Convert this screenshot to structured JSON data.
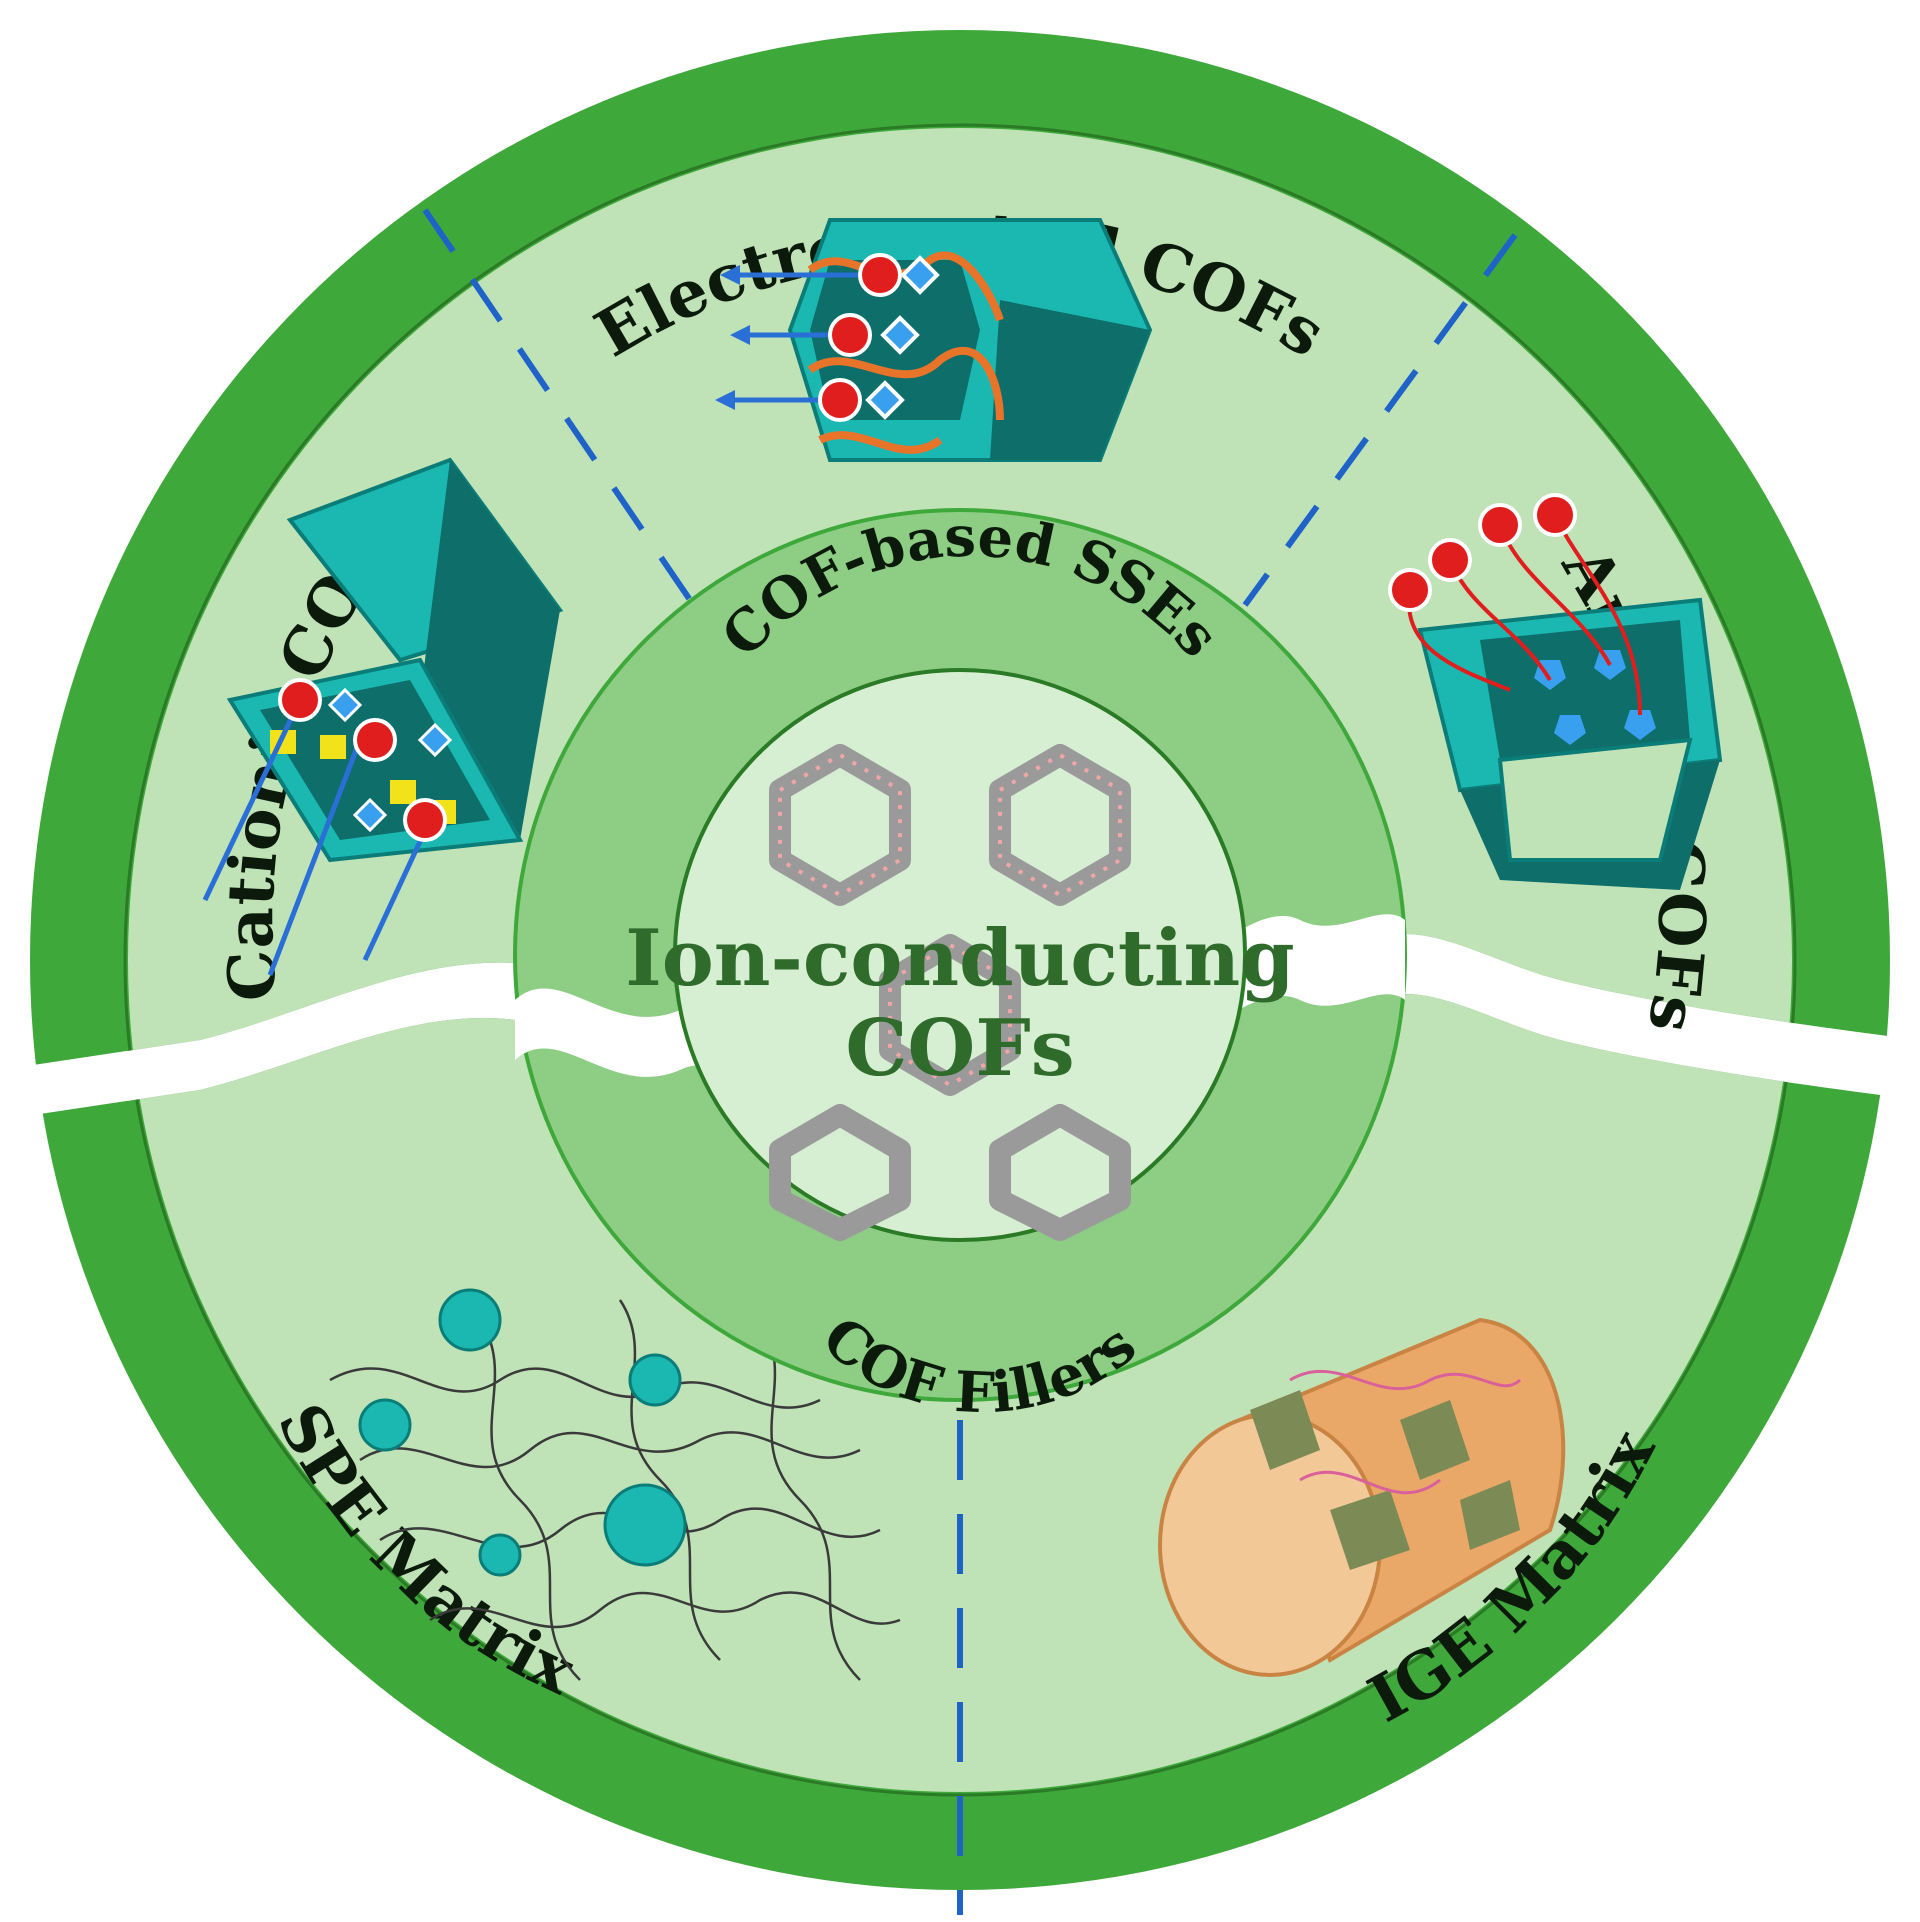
{
  "ring_labels": {
    "top": "Electroneutral COFs",
    "left": "Cationic COFs",
    "right": "Anionic COFs",
    "bottom_left": "SPE Matrix",
    "bottom_right": "IGE Matrix"
  },
  "inner_labels": {
    "top": "COF-based SSEs",
    "bottom": "COF Fillers"
  },
  "center": {
    "line1": "Ion-conducting",
    "line2": "COFs"
  },
  "colors": {
    "outer_ring": "#3fa83a",
    "panel": "#bfe2b7",
    "middle_ring": "#8dce84",
    "core": "#d6efd2",
    "divider": "#1f63c9",
    "cof_block": "#1bb8b2",
    "cof_dark": "#0d6e6a",
    "cation": "#e01e1e",
    "anion": "#39a0f0",
    "ion_arrow": "#2a6fd6"
  }
}
